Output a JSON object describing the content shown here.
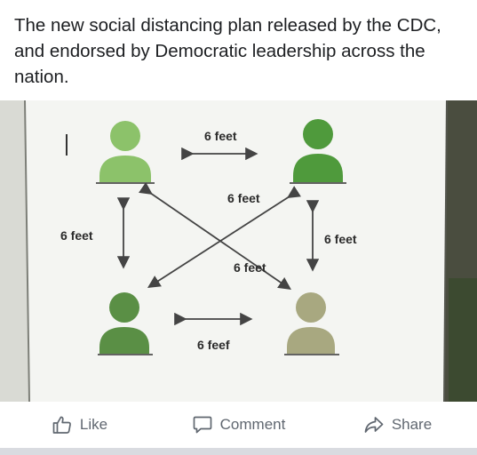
{
  "post": {
    "caption": "The new social distancing plan released by the CDC, and endorsed by Democratic leadership across the nation."
  },
  "image": {
    "labels": {
      "top": "6 feet",
      "left": "6 feet",
      "right": "6 feet",
      "diagonal_upper": "6 feet",
      "diagonal_lower": "6 feet",
      "bottom": "6 feef"
    },
    "person_colors": {
      "top_left": "#8cc26a",
      "top_right": "#4f9a3c",
      "bottom_left": "#5a8f45",
      "bottom_right": "#a8a880"
    }
  },
  "actions": {
    "like": "Like",
    "comment": "Comment",
    "share": "Share"
  }
}
